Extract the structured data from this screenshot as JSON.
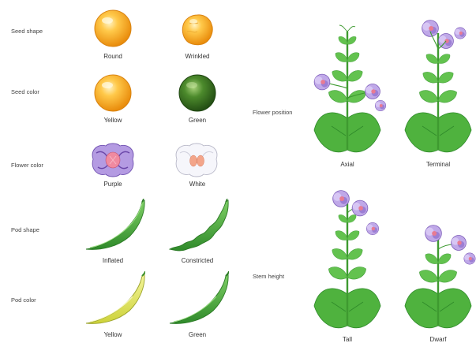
{
  "traits": {
    "seed_shape": {
      "label": "Seed shape",
      "a": "Round",
      "b": "Wrinkled"
    },
    "seed_color": {
      "label": "Seed color",
      "a": "Yellow",
      "b": "Green"
    },
    "flower_color": {
      "label": "Flower color",
      "a": "Purple",
      "b": "White"
    },
    "pod_shape": {
      "label": "Pod shape",
      "a": "Inflated",
      "b": "Constricted"
    },
    "pod_color": {
      "label": "Pod color",
      "a": "Yellow",
      "b": "Green"
    },
    "flower_position": {
      "label": "Flower position",
      "a": "Axial",
      "b": "Terminal"
    },
    "stem_height": {
      "label": "Stem height",
      "a": "Tall",
      "b": "Dwarf"
    }
  },
  "colors": {
    "seed_yellow": "#f5a623",
    "seed_green": "#3e7a25",
    "pod_green": "#4fae3c",
    "pod_yellow": "#e9e85a",
    "flower_purple": "#a28ad0",
    "leaf_green": "#5cbf4a"
  }
}
